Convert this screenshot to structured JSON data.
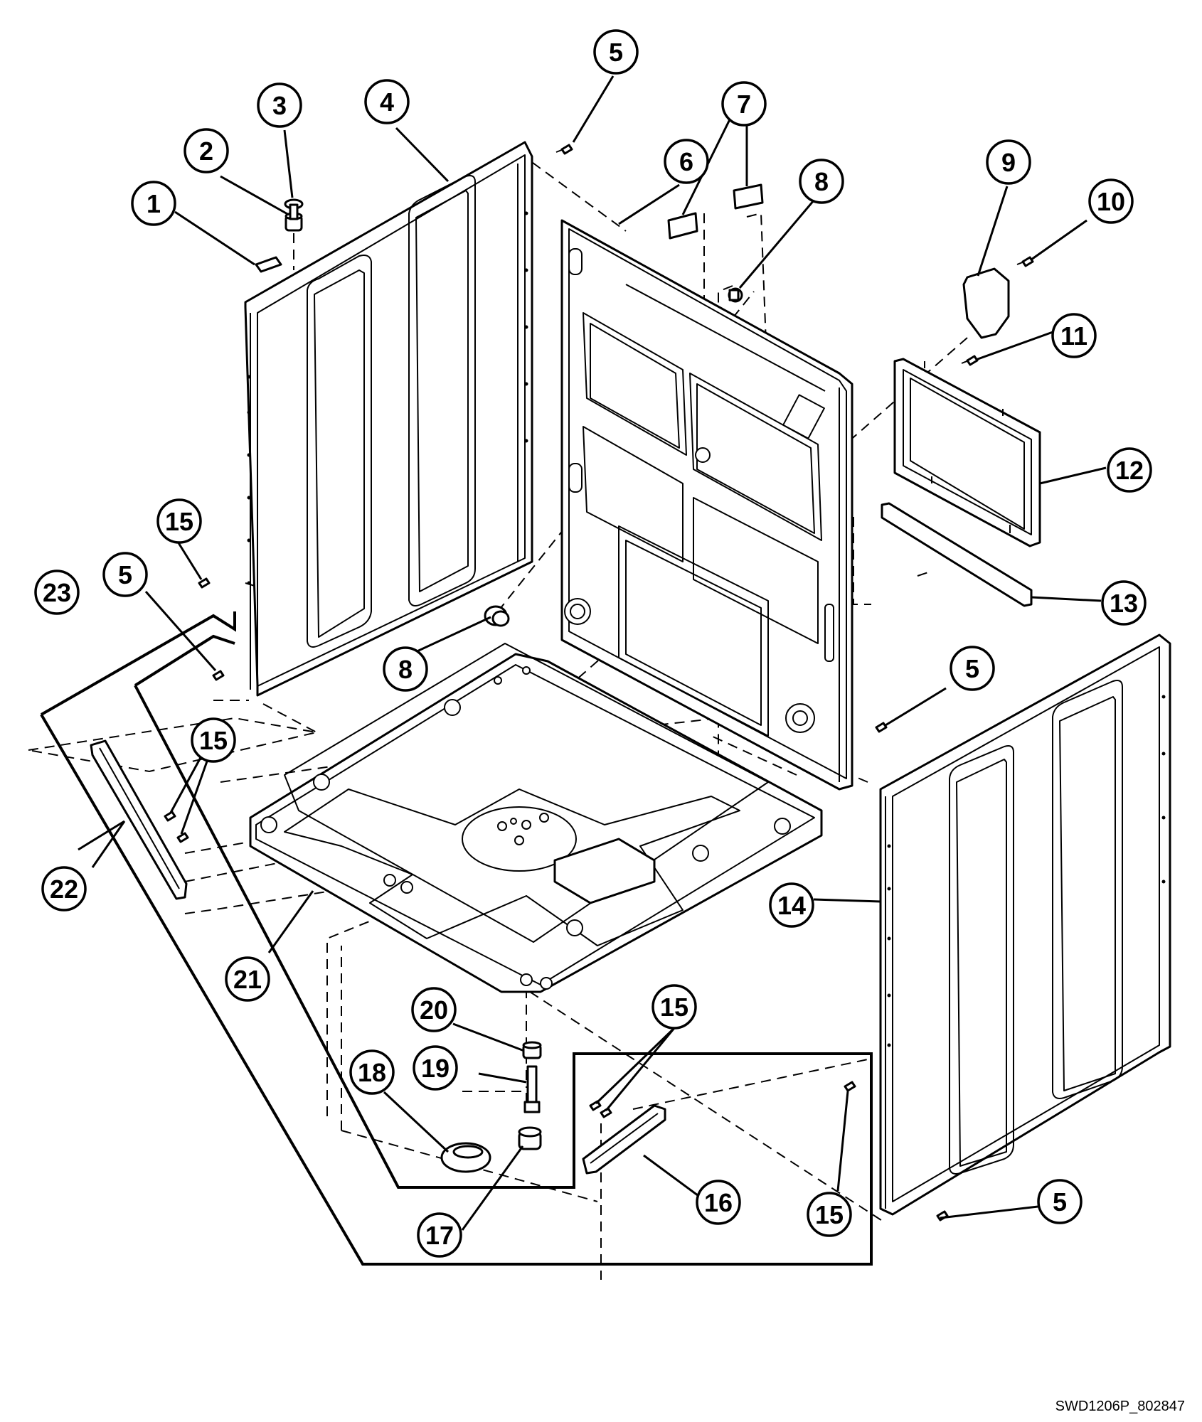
{
  "callouts": [
    {
      "id": "c1",
      "label": "1"
    },
    {
      "id": "c2",
      "label": "2"
    },
    {
      "id": "c3",
      "label": "3"
    },
    {
      "id": "c4",
      "label": "4"
    },
    {
      "id": "c5a",
      "label": "5"
    },
    {
      "id": "c6",
      "label": "6"
    },
    {
      "id": "c7",
      "label": "7"
    },
    {
      "id": "c8a",
      "label": "8"
    },
    {
      "id": "c9",
      "label": "9"
    },
    {
      "id": "c10",
      "label": "10"
    },
    {
      "id": "c11",
      "label": "11"
    },
    {
      "id": "c12",
      "label": "12"
    },
    {
      "id": "c15a",
      "label": "15"
    },
    {
      "id": "c23",
      "label": "23"
    },
    {
      "id": "c5b",
      "label": "5"
    },
    {
      "id": "c8b",
      "label": "8"
    },
    {
      "id": "c13",
      "label": "13"
    },
    {
      "id": "c5c",
      "label": "5"
    },
    {
      "id": "c15b",
      "label": "15"
    },
    {
      "id": "c22",
      "label": "22"
    },
    {
      "id": "c14",
      "label": "14"
    },
    {
      "id": "c21",
      "label": "21"
    },
    {
      "id": "c20",
      "label": "20"
    },
    {
      "id": "c15c",
      "label": "15"
    },
    {
      "id": "c19",
      "label": "19"
    },
    {
      "id": "c18",
      "label": "18"
    },
    {
      "id": "c16",
      "label": "16"
    },
    {
      "id": "c5d",
      "label": "5"
    },
    {
      "id": "c17",
      "label": "17"
    },
    {
      "id": "c15d",
      "label": "15"
    }
  ],
  "drawing_id": "SWD1206P_802847"
}
